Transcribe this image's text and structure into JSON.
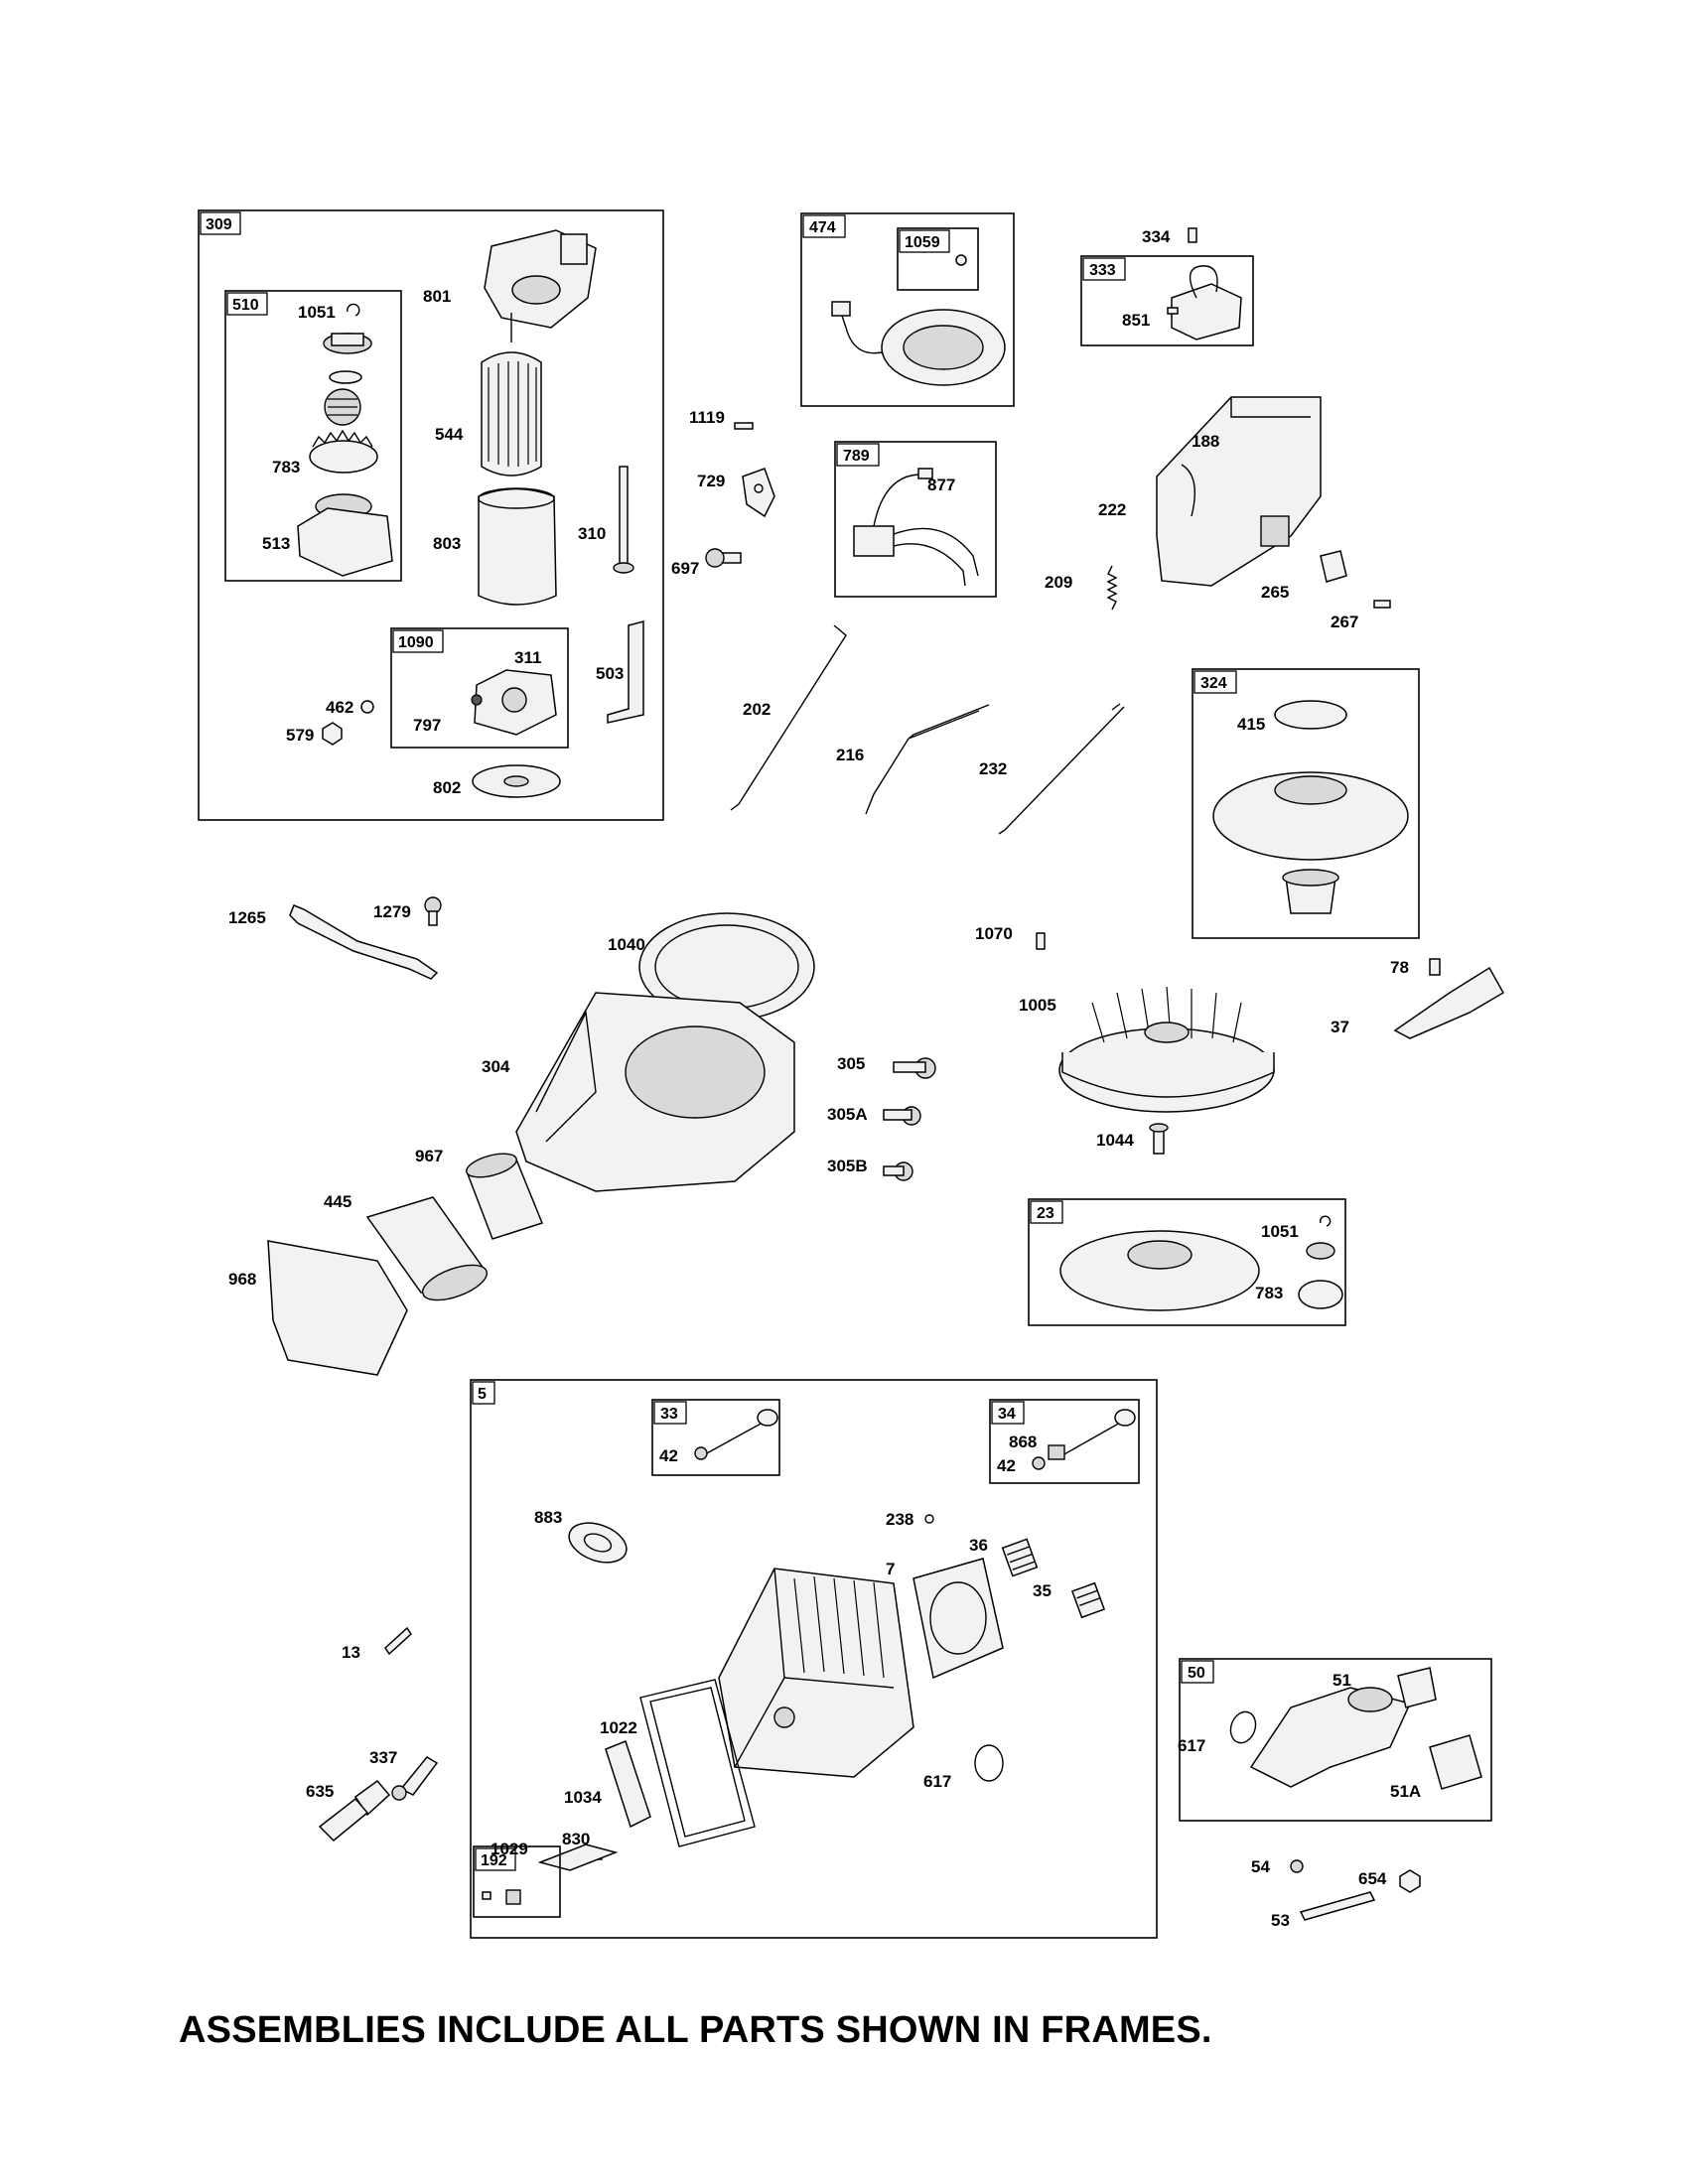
{
  "caption": "ASSEMBLIES INCLUDE ALL PARTS SHOWN IN FRAMES.",
  "frames": {
    "f309": "309",
    "f510": "510",
    "f1090": "1090",
    "f474": "474",
    "f1059": "1059",
    "f333": "333",
    "f789": "789",
    "f324": "324",
    "f23": "23",
    "f5": "5",
    "f33": "33",
    "f34": "34",
    "f50": "50",
    "f192": "192"
  },
  "labels": {
    "p801": "801",
    "p1051a": "1051",
    "p544": "544",
    "p783a": "783",
    "p513": "513",
    "p803": "803",
    "p310": "310",
    "p311": "311",
    "p797": "797",
    "p503": "503",
    "p462": "462",
    "p579": "579",
    "p802": "802",
    "p334": "334",
    "p851": "851",
    "p1119": "1119",
    "p729": "729",
    "p697": "697",
    "p877": "877",
    "p188": "188",
    "p222": "222",
    "p209": "209",
    "p265": "265",
    "p267": "267",
    "p202": "202",
    "p216": "216",
    "p232": "232",
    "p415": "415",
    "p1265": "1265",
    "p1279": "1279",
    "p1040": "1040",
    "p1070": "1070",
    "p78": "78",
    "p1005": "1005",
    "p37": "37",
    "p304": "304",
    "p305": "305",
    "p305A": "305A",
    "p305B": "305B",
    "p1044": "1044",
    "p967": "967",
    "p445": "445",
    "p968": "968",
    "p1051b": "1051",
    "p783b": "783",
    "p42a": "42",
    "p868": "868",
    "p42b": "42",
    "p883": "883",
    "p238": "238",
    "p36": "36",
    "p7": "7",
    "p35": "35",
    "p13": "13",
    "p1022": "1022",
    "p617a": "617",
    "p337": "337",
    "p635": "635",
    "p1034": "1034",
    "p830": "830",
    "p1029": "1029",
    "p51": "51",
    "p617b": "617",
    "p51A": "51A",
    "p54": "54",
    "p654": "654",
    "p53": "53"
  }
}
